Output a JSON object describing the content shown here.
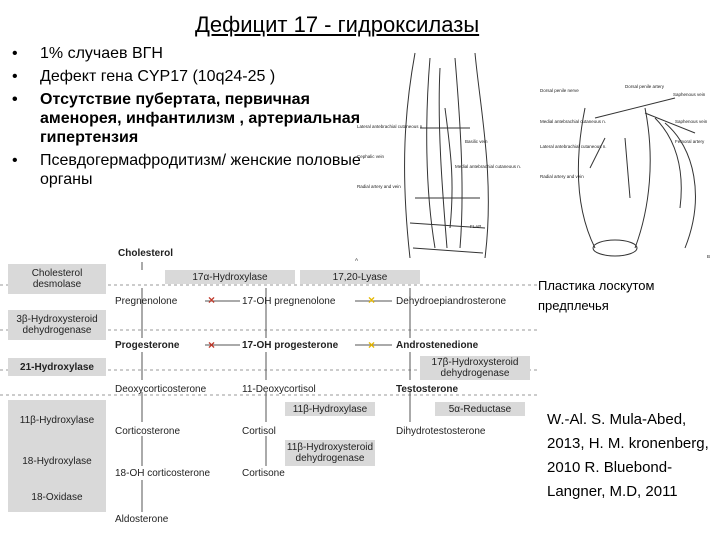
{
  "slide": {
    "title": "Дефицит 17 - гидроксилазы",
    "bullets": [
      "1% случаев ВГН",
      "Дефект гена CYP17 (10q24-25 )",
      "Отсутствие пубертата, первичная аменорея, инфантилизм , артериальная гипертензия",
      "Псевдогермафродитизм/ женские половые органы"
    ],
    "caption": "Пластика лоскутом предплечья",
    "references": "W.-Al. S. Mula-Abed, 2013, H. M. kronenberg, 2010 R. Bluebond-Langner, M.D, 2011"
  },
  "figure_left": {
    "labels": [
      "Lateral antebrachial cutaneous n.",
      "Cephalic vein",
      "Medial antebrachial cutaneous n.",
      "Radial artery and vein",
      "Basilic vein",
      "FLAP",
      "A"
    ]
  },
  "figure_right": {
    "labels": [
      "Dorsal penile nerve",
      "Dorsal penile artery",
      "Saphenous vein",
      "Medial antebrachial cutaneous n.",
      "Lateral antebrachial cutaneous n.",
      "Radial artery and vein",
      "Saphenous vein",
      "Femoral artery",
      "B"
    ]
  },
  "pathway": {
    "cholesterol": "Cholesterol",
    "enzymes_left": [
      "Cholesterol desmolase",
      "3β-Hydroxysteroid dehydrogenase",
      "21-Hydroxylase",
      "11β-Hydroxylase",
      "18-Hydroxylase",
      "18-Oxidase"
    ],
    "top_enzymes": [
      "17α-Hydroxylase",
      "17,20-Lyase"
    ],
    "row1": [
      "Pregnenolone",
      "17-OH pregnenolone",
      "Dehydroepiandrosterone"
    ],
    "row2": [
      "Progesterone",
      "17-OH progesterone",
      "Androstenedione"
    ],
    "enzyme_17b": "17β-Hydroxysteroid dehydrogenase",
    "row3": [
      "Deoxycorticosterone",
      "11-Deoxycortisol",
      "Testosterone"
    ],
    "enzyme_11b": "11β-Hydroxylase",
    "enzyme_5a": "5α-Reductase",
    "row4": [
      "Corticosterone",
      "Cortisol",
      "Dihydrotestosterone"
    ],
    "enzyme_11bhsd": "11β-Hydroxysteroid dehydrogenase",
    "row5": [
      "18-OH corticosterone",
      "Cortisone"
    ],
    "row6": [
      "Aldosterone"
    ]
  }
}
